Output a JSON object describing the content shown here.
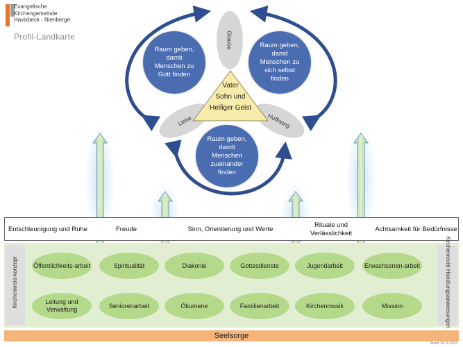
{
  "logo": {
    "line1": "Evangelische",
    "line2": "Kirchengemeinde",
    "line3": "Havixbeck - Nienberge",
    "title": "Profil-Landkarte",
    "colors": {
      "orange": "#e8772e",
      "gray": "#9a9a9a"
    }
  },
  "top": {
    "circle_left": "Raum geben, damit Menschen zu Gott finden",
    "circle_right": "Raum geben, damit Menschen zu sich selbst finden",
    "circle_bottom": "Raum geben, damit Menschen zueinander finden",
    "petal_top": "Glaube",
    "petal_left": "Liebe",
    "petal_right": "Hoffnung",
    "triangle_line1": "Vater",
    "triangle_line2": "Sohn und",
    "triangle_line3": "Heiliger Geist"
  },
  "values": [
    "Entschleunigung und Ruhe",
    "Freude",
    "Sinn, Orientierung und Werte",
    "Rituale und Verlässlichkeit",
    "Achtsamkeit für Bedürfnisse"
  ],
  "side": {
    "left": "Kirchenkreis-konzept",
    "right": "Kirchenrecht Handlungsanweisungen"
  },
  "areas": {
    "row1": [
      "Öffentlichkeits-arbeit",
      "Spiritualität",
      "Diakonie",
      "Gottesdienste",
      "Jugendarbeit",
      "Erwachsenen-arbeit"
    ],
    "row2": [
      "Leitung und Verwaltung",
      "Seniorenarbeit",
      "Ökumene",
      "Familienarbeit",
      "Kirchenmusik",
      "Mission"
    ]
  },
  "footer": {
    "bar": "Seelsorge",
    "stand": "Stand 15.10.2013"
  },
  "colors": {
    "circle": "#4a6db2",
    "arrow_dark": "#2f4e8f",
    "triangle": "#f7ecaa",
    "oval": "#b5d98a",
    "panel": "#e2eed2",
    "seelsorge": "#f5b57a",
    "glow": "#c9e3f7"
  }
}
